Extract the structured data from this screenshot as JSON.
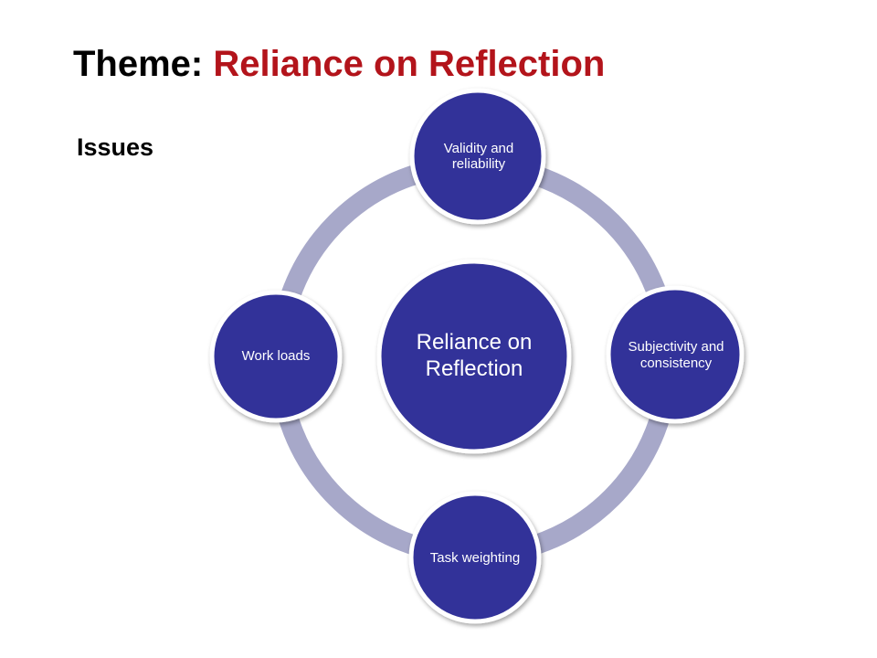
{
  "title": {
    "prefix": "Theme: ",
    "highlight": "Reliance on Reflection",
    "prefix_color": "#000000",
    "highlight_color": "#b3141b"
  },
  "subtitle": "Issues",
  "diagram": {
    "center": {
      "label": "Reliance on Reflection"
    },
    "nodes": [
      {
        "label": "Validity and reliability"
      },
      {
        "label": "Subjectivity and consistency"
      },
      {
        "label": "Task weighting"
      },
      {
        "label": "Work loads"
      }
    ],
    "colors": {
      "node_fill": "#333399",
      "node_border": "#ffffff",
      "ring": "#a7a8c9",
      "text": "#ffffff"
    }
  }
}
